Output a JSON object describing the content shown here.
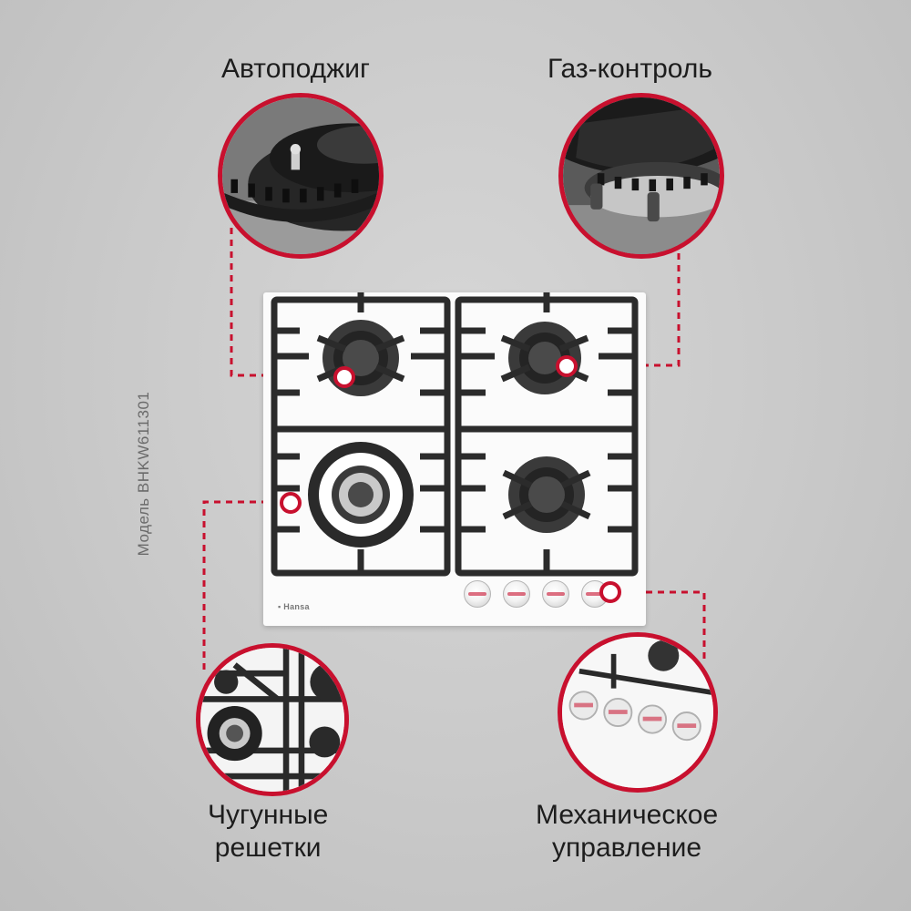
{
  "labels": {
    "autoignition": "Автоподжиг",
    "gas_control": "Газ-контроль",
    "cast_iron_line1": "Чугунные",
    "cast_iron_line2": "решетки",
    "mechanical_line1": "Механическое",
    "mechanical_line2": "управление"
  },
  "model": "Модель BHKW611301",
  "brand": "▪ Hansa",
  "colors": {
    "accent": "#c8102e",
    "background": "#c8c8c8",
    "hob_surface": "#fbfbfb",
    "grate": "#2b2b2b",
    "text": "#1d1d1d"
  },
  "icons": [
    "burner-icon",
    "knob-icon",
    "callout-marker-icon"
  ],
  "knob_count": 4,
  "burner_count": 4
}
